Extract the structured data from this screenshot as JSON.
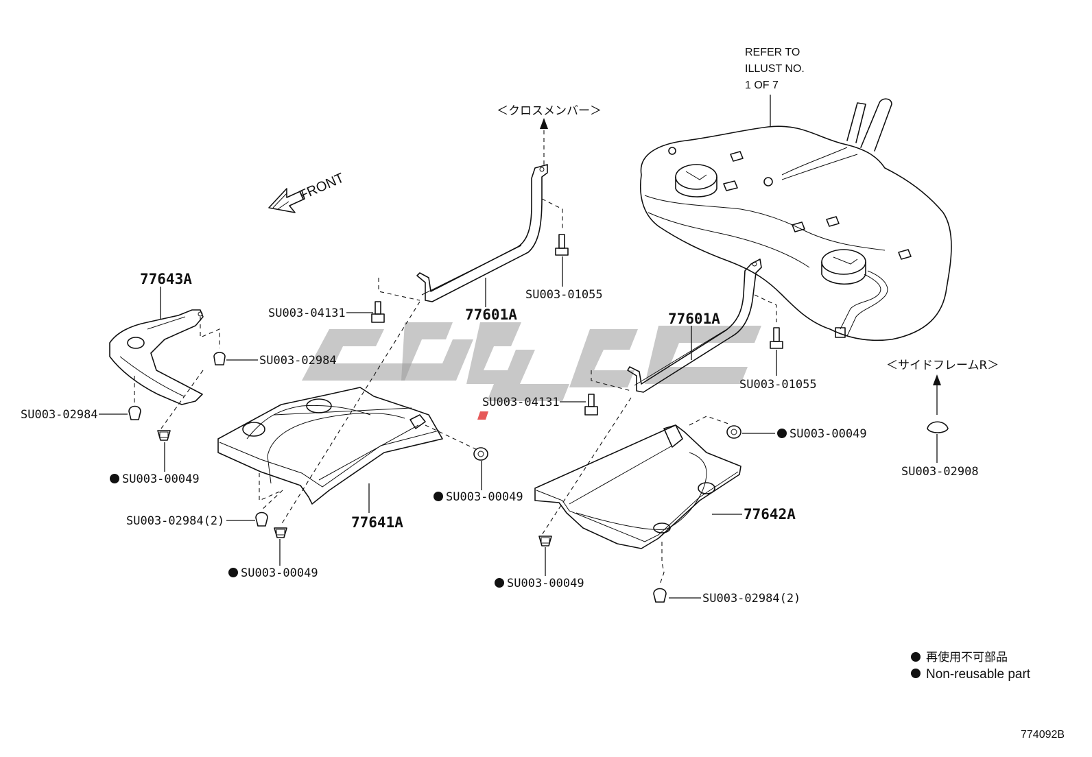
{
  "labels": {
    "ref_line1": "REFER TO",
    "ref_line2": "ILLUST NO.",
    "ref_line3": "1 OF 7",
    "crossmember": "＜クロスメンバー＞",
    "sideframe": "＜サイドフレームR＞",
    "front": "FRONT",
    "p77643A": "77643A",
    "p77601A_left": "77601A",
    "p77601A_right": "77601A",
    "p77641A": "77641A",
    "p77642A": "77642A",
    "su_04131_left": "SU003-04131",
    "su_01055_left": "SU003-01055",
    "su_02984_a": "SU003-02984",
    "su_02984_b": "SU003-02984",
    "su_00049_a": "SU003-00049",
    "su_00049_b": "SU003-00049",
    "su_02984_2_left": "SU003-02984(2)",
    "su_00049_c": "SU003-00049",
    "su_04131_right": "SU003-04131",
    "su_01055_right": "SU003-01055",
    "su_00049_d": "SU003-00049",
    "su_02908": "SU003-02908",
    "su_00049_e": "SU003-00049",
    "su_02984_2_right": "SU003-02984(2)"
  },
  "legend": {
    "jp": "再使用不可部品",
    "en": "Non-reusable part"
  },
  "diagram_id": "774092B"
}
